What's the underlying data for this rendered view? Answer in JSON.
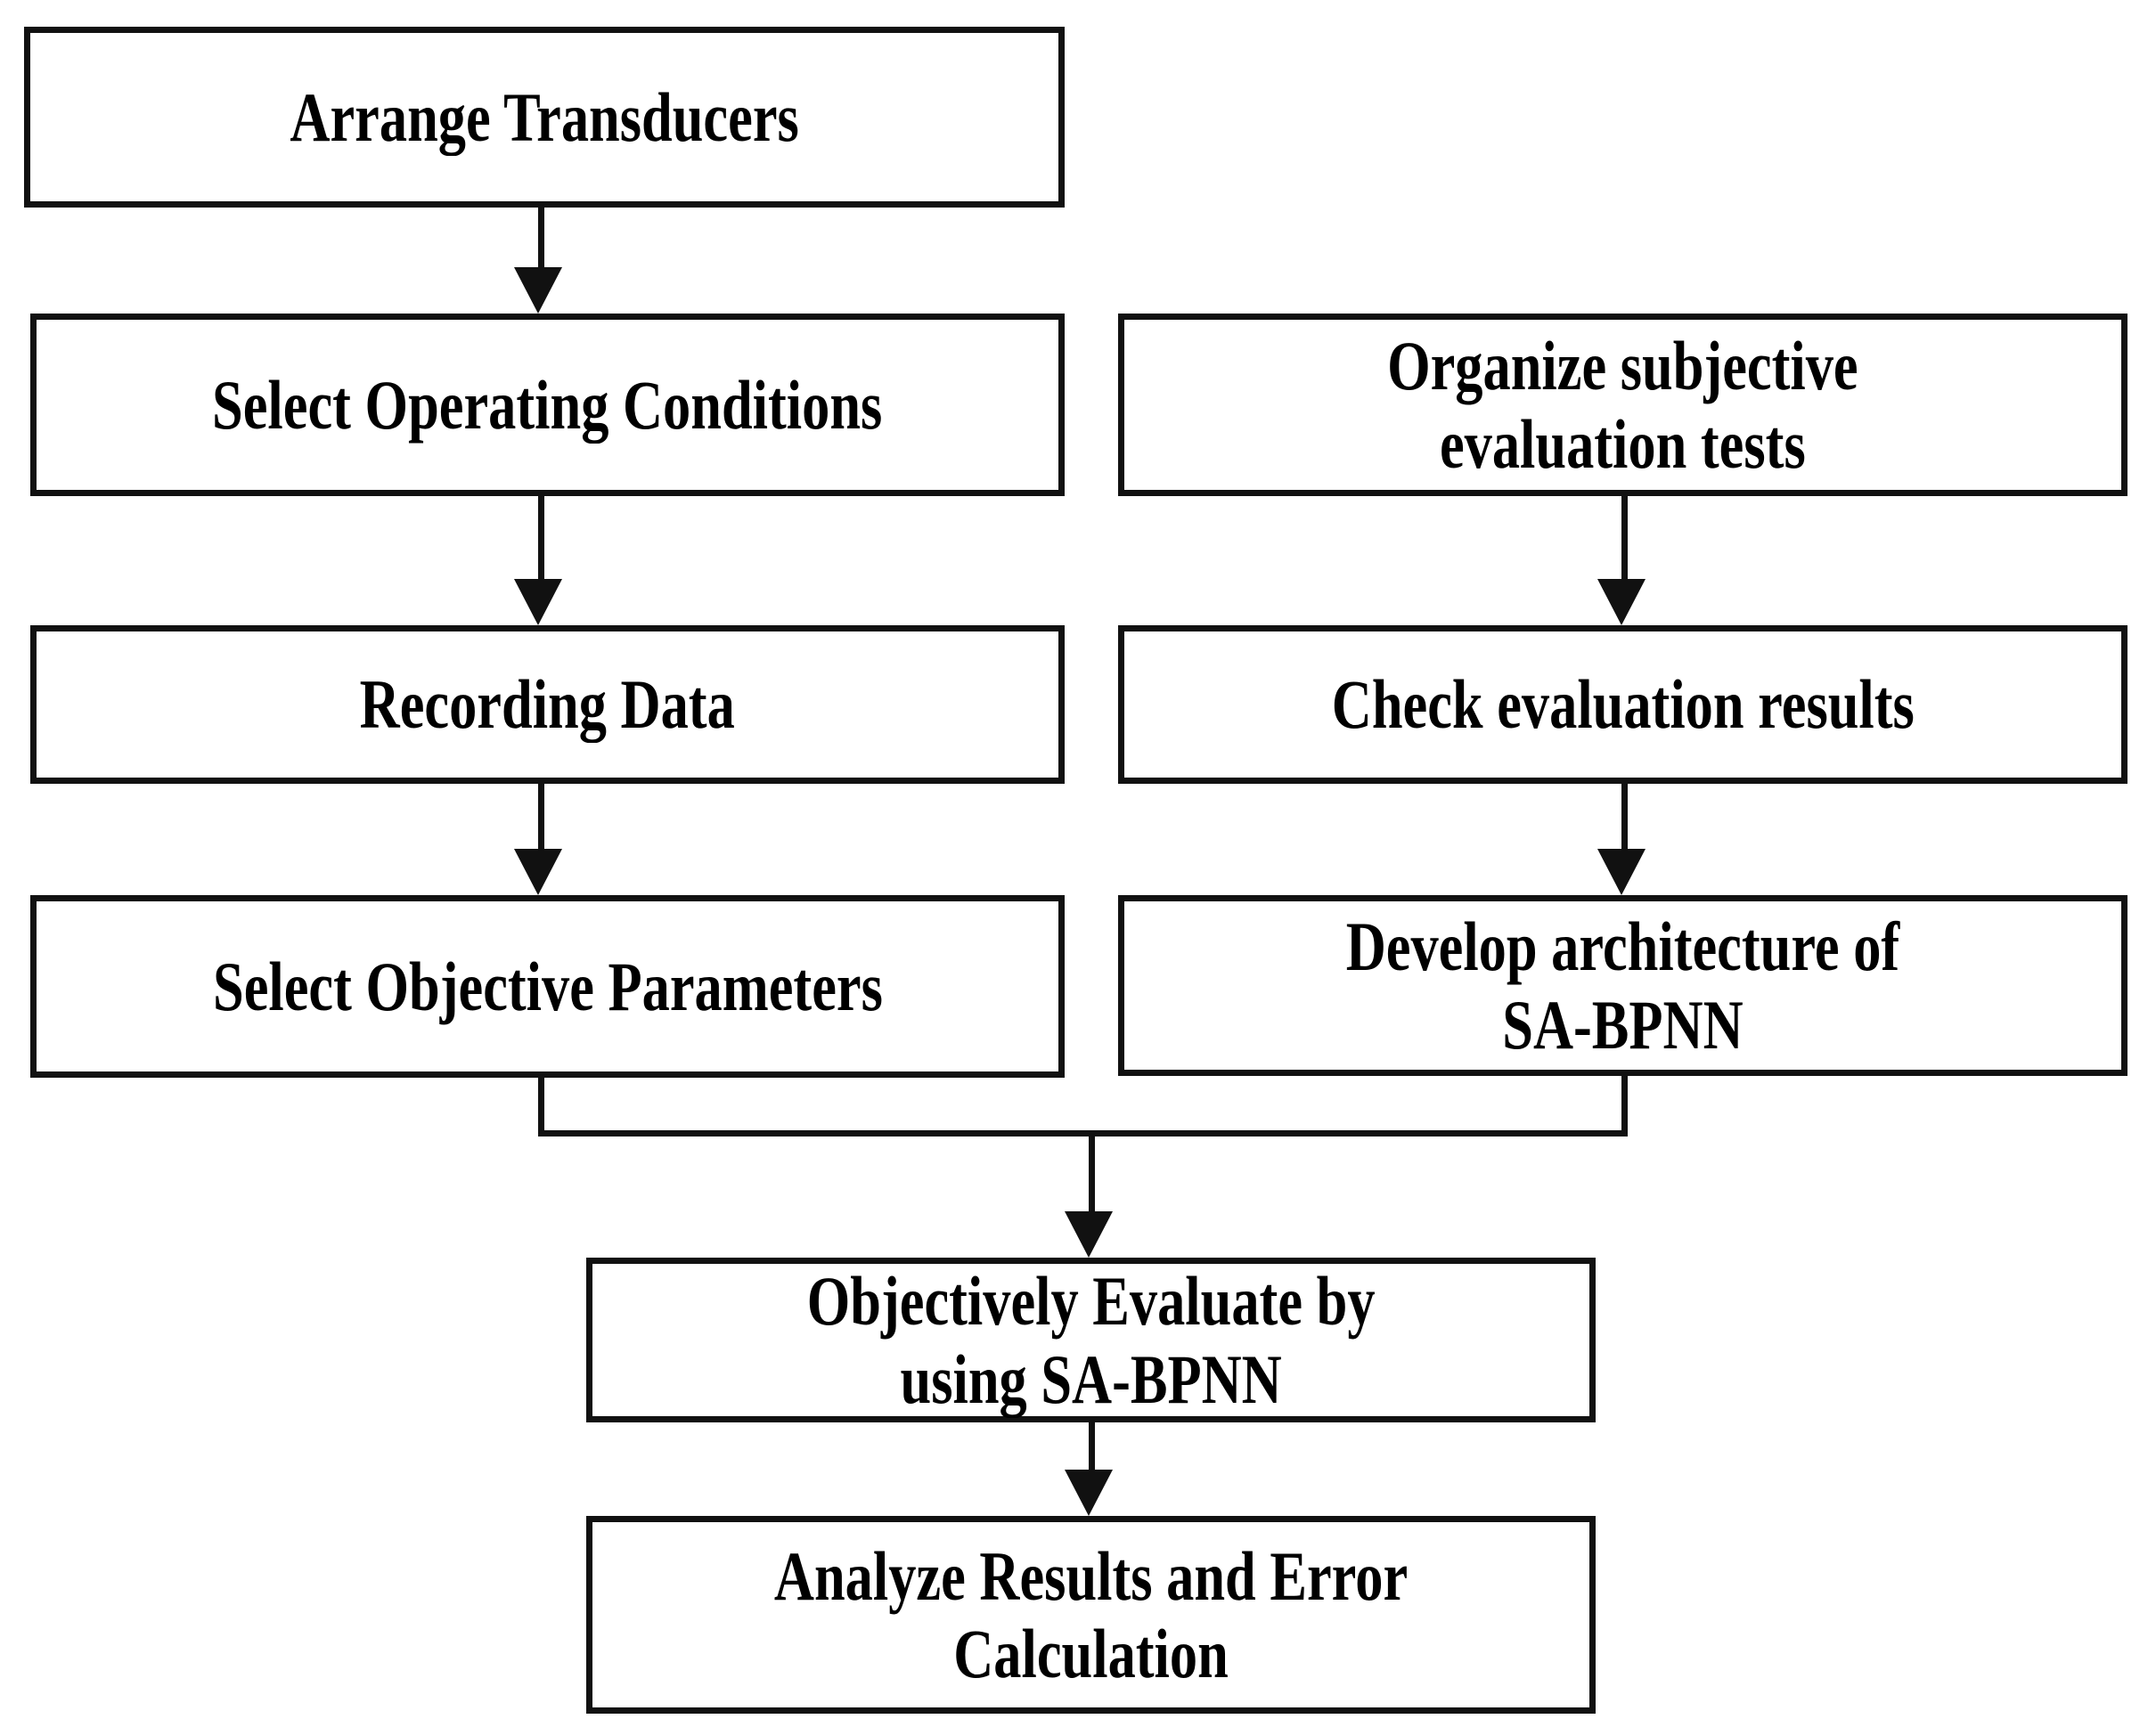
{
  "diagram": {
    "title": "Research methodology flowchart for objective evaluation using SA-BPNN",
    "background_color": "#ffffff",
    "line_color": "#111111",
    "text_color": "#000000",
    "nodes": [
      {
        "id": "arrange-transducers",
        "label": "Arrange Transducers",
        "lines": 1
      },
      {
        "id": "select-operating",
        "label": "Select Operating Conditions",
        "lines": 1
      },
      {
        "id": "recording-data",
        "label": "Recording Data",
        "lines": 1
      },
      {
        "id": "select-objective",
        "label": "Select Objective Parameters",
        "lines": 1
      },
      {
        "id": "organize-subjective",
        "label": "Organize subjective\nevaluation tests",
        "lines": 2
      },
      {
        "id": "check-evaluation",
        "label": "Check evaluation results",
        "lines": 1
      },
      {
        "id": "develop-architecture",
        "label": "Develop architecture of\nSA-BPNN",
        "lines": 2
      },
      {
        "id": "objectively-evaluate",
        "label": "Objectively Evaluate by\nusing SA-BPNN",
        "lines": 2
      },
      {
        "id": "analyze-results",
        "label": "Analyze Results and Error\nCalculation",
        "lines": 2
      }
    ],
    "edges": [
      {
        "from": "arrange-transducers",
        "to": "select-operating",
        "type": "straight-down"
      },
      {
        "from": "select-operating",
        "to": "recording-data",
        "type": "straight-down"
      },
      {
        "from": "recording-data",
        "to": "select-objective",
        "type": "straight-down"
      },
      {
        "from": "organize-subjective",
        "to": "check-evaluation",
        "type": "straight-down"
      },
      {
        "from": "check-evaluation",
        "to": "develop-architecture",
        "type": "straight-down"
      },
      {
        "from": "select-objective",
        "to": "objectively-evaluate",
        "type": "merge-elbow"
      },
      {
        "from": "develop-architecture",
        "to": "objectively-evaluate",
        "type": "merge-elbow"
      },
      {
        "from": "objectively-evaluate",
        "to": "analyze-results",
        "type": "straight-down"
      }
    ]
  }
}
